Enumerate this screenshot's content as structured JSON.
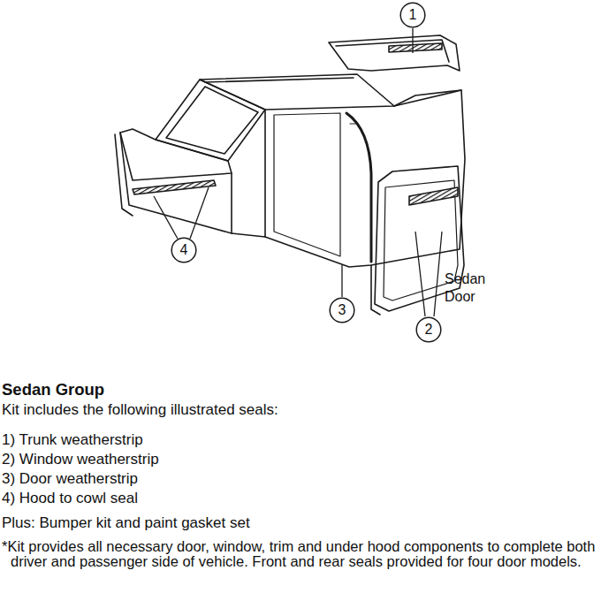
{
  "diagram": {
    "title": "Sedan Group",
    "nodes": [
      {
        "text": [
          "1"
        ]
      },
      {
        "text": [
          "4"
        ]
      },
      {
        "text": [
          "3"
        ]
      },
      {
        "text": [
          "2"
        ]
      }
    ],
    "labels": [
      "Sedan Door",
      "Kit includes the following illustrated seals:",
      "1) Trunk weatherstrip",
      "2) Window weatherstrip",
      "3) Door weatherstrip",
      "4) Hood to cowl seal",
      "Plus: Bumper kit and paint gasket set",
      "*Kit provides all necessary door, window, trim and under hood components to complete both driver and passenger side of vehicle. Front and rear seals provided for four door models."
    ]
  }
}
